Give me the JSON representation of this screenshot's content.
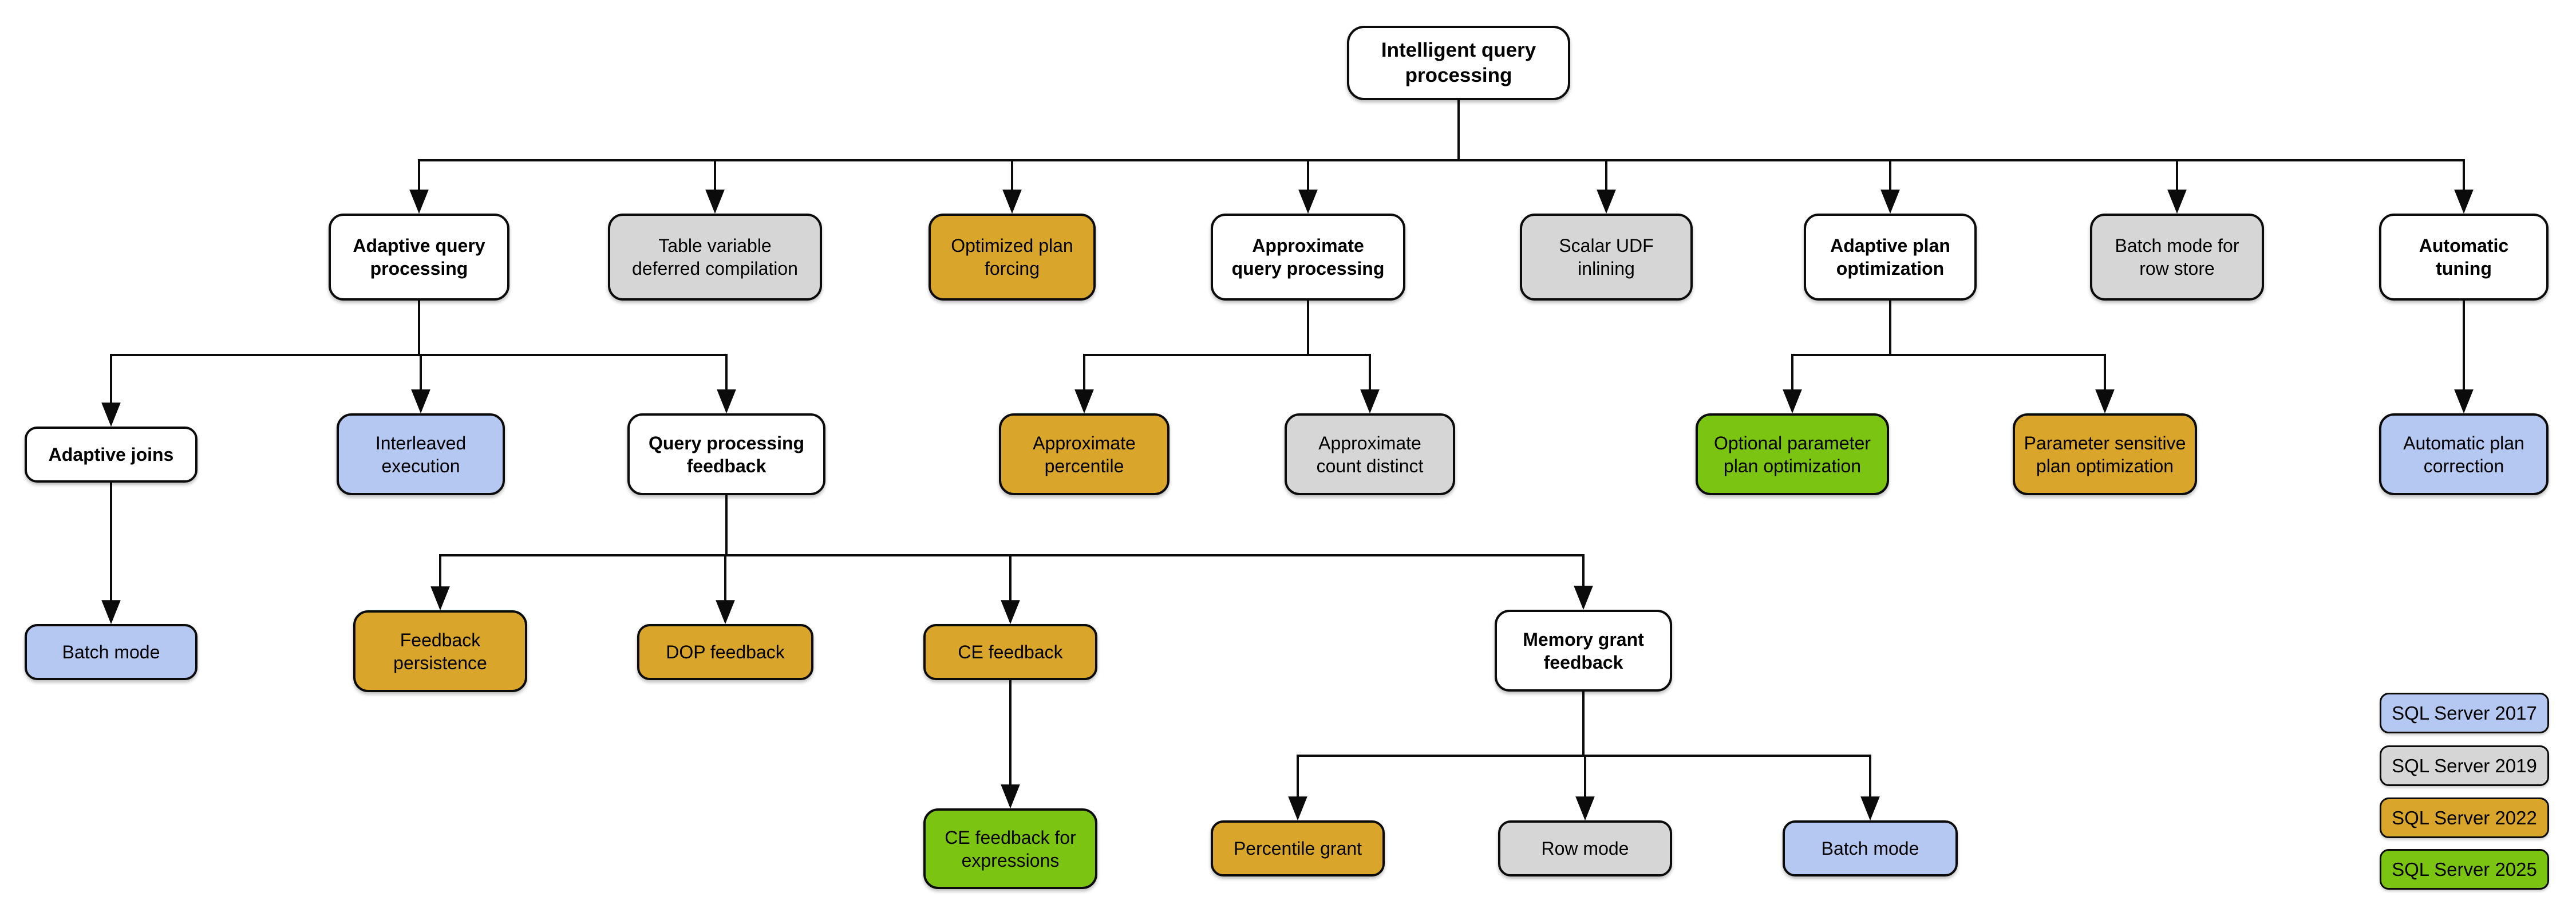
{
  "diagram": {
    "colors": {
      "base": "#FFFFFF",
      "2017": "#B5C8F2",
      "2019": "#D6D6D6",
      "2022": "#D9A62B",
      "2025": "#7CC412"
    },
    "nodes": {
      "root": {
        "label": "Intelligent query\nprocessing",
        "version": "base"
      },
      "adaptive-query-processing": {
        "label": "Adaptive query\nprocessing",
        "version": "base"
      },
      "table-variable-deferred-compilation": {
        "label": "Table variable\ndeferred compilation",
        "version": "2019"
      },
      "optimized-plan-forcing": {
        "label": "Optimized plan\nforcing",
        "version": "2022"
      },
      "approximate-query-processing": {
        "label": "Approximate\nquery processing",
        "version": "base"
      },
      "scalar-udf-inlining": {
        "label": "Scalar UDF\ninlining",
        "version": "2019"
      },
      "adaptive-plan-optimization": {
        "label": "Adaptive plan\noptimization",
        "version": "base"
      },
      "batch-mode-for-row-store": {
        "label": "Batch mode for\nrow store",
        "version": "2019"
      },
      "automatic-tuning": {
        "label": "Automatic\ntuning",
        "version": "base"
      },
      "adaptive-joins": {
        "label": "Adaptive joins",
        "version": "base"
      },
      "interleaved-execution": {
        "label": "Interleaved\nexecution",
        "version": "2017"
      },
      "query-processing-feedback": {
        "label": "Query processing\nfeedback",
        "version": "base"
      },
      "approximate-percentile": {
        "label": "Approximate\npercentile",
        "version": "2022"
      },
      "approximate-count-distinct": {
        "label": "Approximate\ncount distinct",
        "version": "2019"
      },
      "optional-parameter-plan-optimization": {
        "label": "Optional parameter\nplan optimization",
        "version": "2025"
      },
      "parameter-sensitive-plan-optimization": {
        "label": "Parameter sensitive\nplan optimization",
        "version": "2022"
      },
      "automatic-plan-correction": {
        "label": "Automatic plan\ncorrection",
        "version": "2017"
      },
      "batch-mode-adaptive": {
        "label": "Batch mode",
        "version": "2017"
      },
      "feedback-persistence": {
        "label": "Feedback\npersistence",
        "version": "2022"
      },
      "dop-feedback": {
        "label": "DOP feedback",
        "version": "2022"
      },
      "ce-feedback": {
        "label": "CE feedback",
        "version": "2022"
      },
      "memory-grant-feedback": {
        "label": "Memory grant\nfeedback",
        "version": "base"
      },
      "ce-feedback-for-expressions": {
        "label": "CE feedback for\nexpressions",
        "version": "2025"
      },
      "percentile-grant": {
        "label": "Percentile grant",
        "version": "2022"
      },
      "row-mode": {
        "label": "Row mode",
        "version": "2019"
      },
      "batch-mode-memory-grant": {
        "label": "Batch mode",
        "version": "2017"
      }
    },
    "legend": {
      "items": [
        {
          "label": "SQL Server 2017",
          "version": "2017"
        },
        {
          "label": "SQL Server 2019",
          "version": "2019"
        },
        {
          "label": "SQL Server 2022",
          "version": "2022"
        },
        {
          "label": "SQL Server 2025",
          "version": "2025"
        }
      ]
    }
  }
}
